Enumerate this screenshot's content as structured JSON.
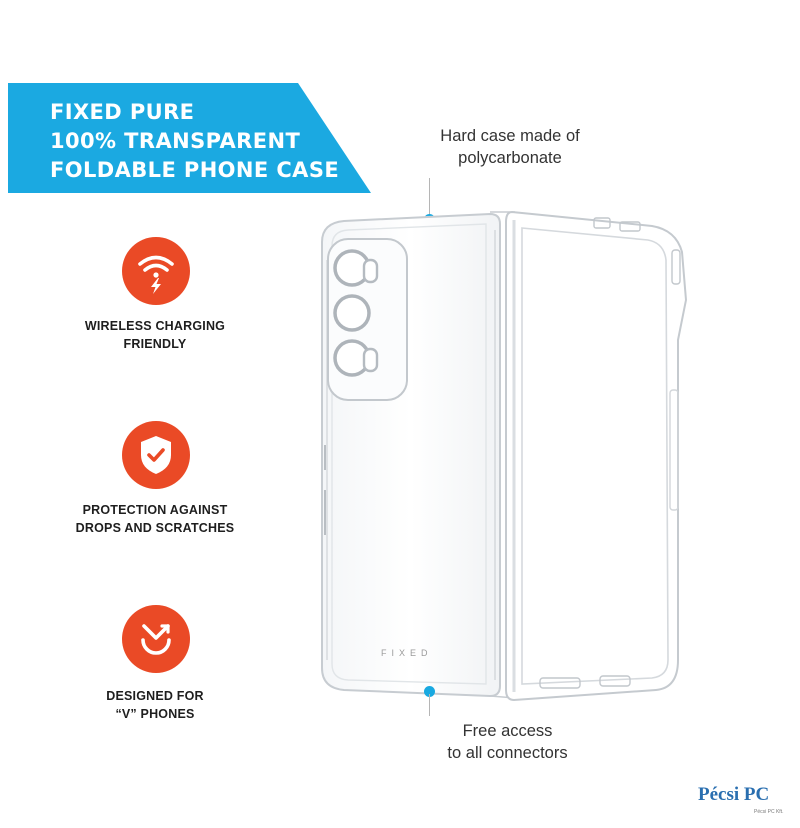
{
  "banner": {
    "lines": [
      "FIXED PURE",
      "100% TRANSPARENT",
      "FOLDABLE PHONE CASE"
    ],
    "color": "#1ba9e1"
  },
  "features": [
    {
      "icon": "wireless-charging-icon",
      "lines": [
        "WIRELESS CHARGING",
        "FRIENDLY"
      ]
    },
    {
      "icon": "shield-check-icon",
      "lines": [
        "PROTECTION AGAINST",
        "DROPS AND SCRATCHES"
      ]
    },
    {
      "icon": "v-smile-icon",
      "lines": [
        "DESIGNED FOR",
        "“V” PHONES"
      ]
    }
  ],
  "callouts": {
    "top": [
      "Hard case made of",
      "polycarbonate"
    ],
    "bottom": [
      "Free access",
      "to all connectors"
    ]
  },
  "case_brand": "FIXED",
  "watermark": {
    "text": "Pécsi PC",
    "sub": "Pécsi PC Kft."
  },
  "colors": {
    "accent_blue": "#1ba9e1",
    "icon_red": "#ea4a26"
  }
}
